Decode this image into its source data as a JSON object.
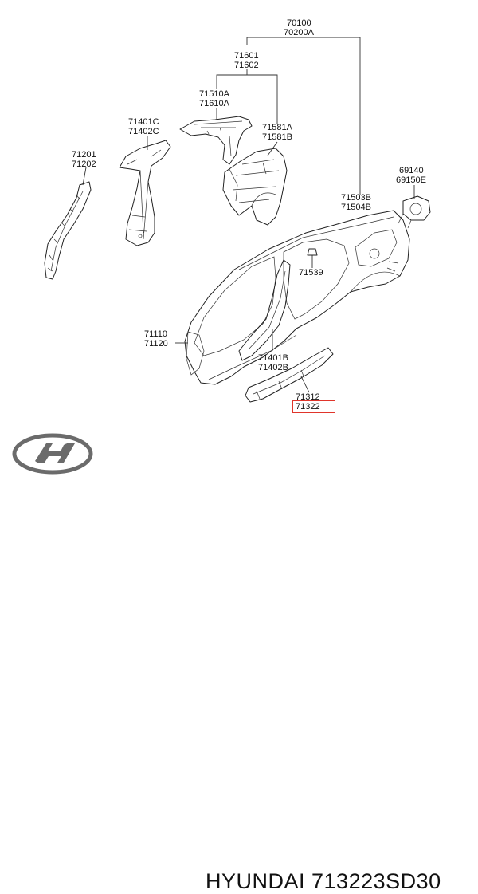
{
  "diagram": {
    "labels": {
      "p70100": "70100",
      "p70200a": "70200A",
      "p71601": "71601",
      "p71602": "71602",
      "p71510a": "71510A",
      "p71610a": "71610A",
      "p71401c": "71401C",
      "p71402c": "71402C",
      "p71581a": "71581A",
      "p71581b": "71581B",
      "p71201": "71201",
      "p71202": "71202",
      "p69140": "69140",
      "p69150e": "69150E",
      "p71503b": "71503B",
      "p71504b": "71504B",
      "p71539": "71539",
      "p71110": "71110",
      "p71120": "71120",
      "p71401b": "71401B",
      "p71402b": "71402B",
      "p71312": "71312",
      "p71322": "71322"
    },
    "highlighted_part": "71322",
    "highlight_color": "#e0352b"
  },
  "footer": {
    "brand": "HYUNDAI",
    "part_number": "713223SD30",
    "caption": "HYUNDAI 713223SD30",
    "logo_icon": "hyundai-logo-icon"
  }
}
